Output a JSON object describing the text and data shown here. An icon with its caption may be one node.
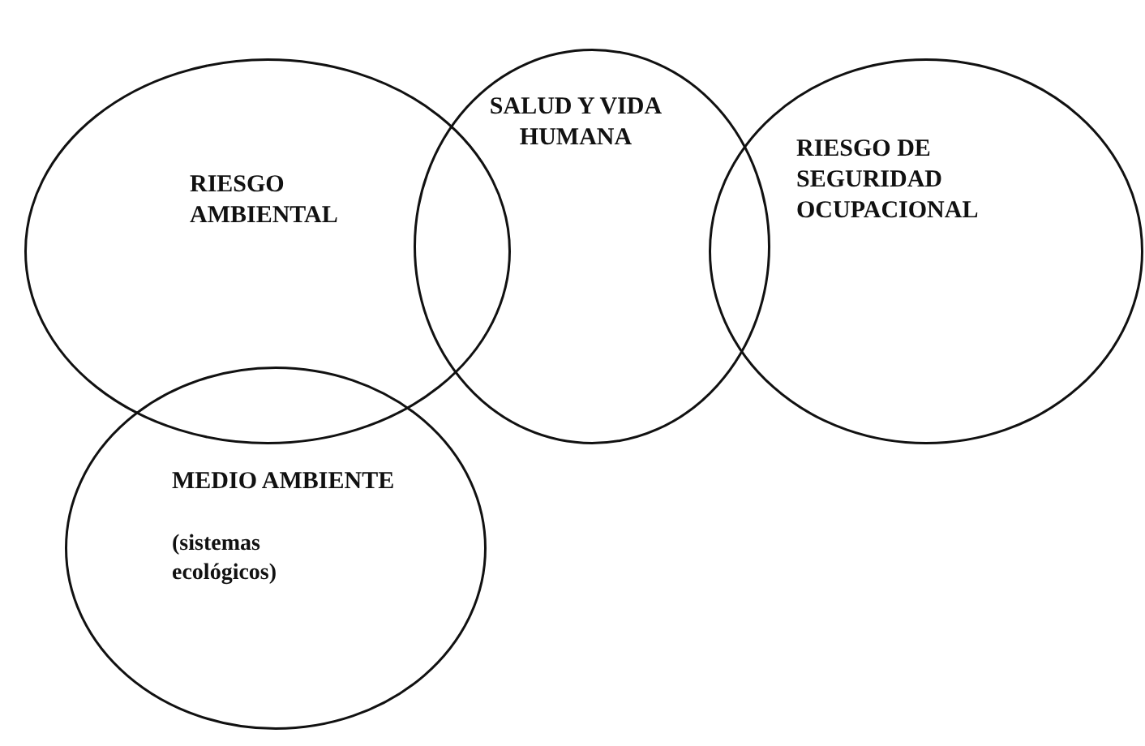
{
  "diagram": {
    "nodes": [
      {
        "text": [
          "RIESGO AMBIENTAL"
        ]
      },
      {
        "text": [
          "SALUD Y VIDA HUMANA"
        ]
      },
      {
        "text": [
          "RIESGO DE SEGURIDAD OCUPACIONAL"
        ]
      },
      {
        "text": [
          "MEDIO AMBIENTE",
          "(sistemas ecológicos)"
        ]
      }
    ]
  }
}
